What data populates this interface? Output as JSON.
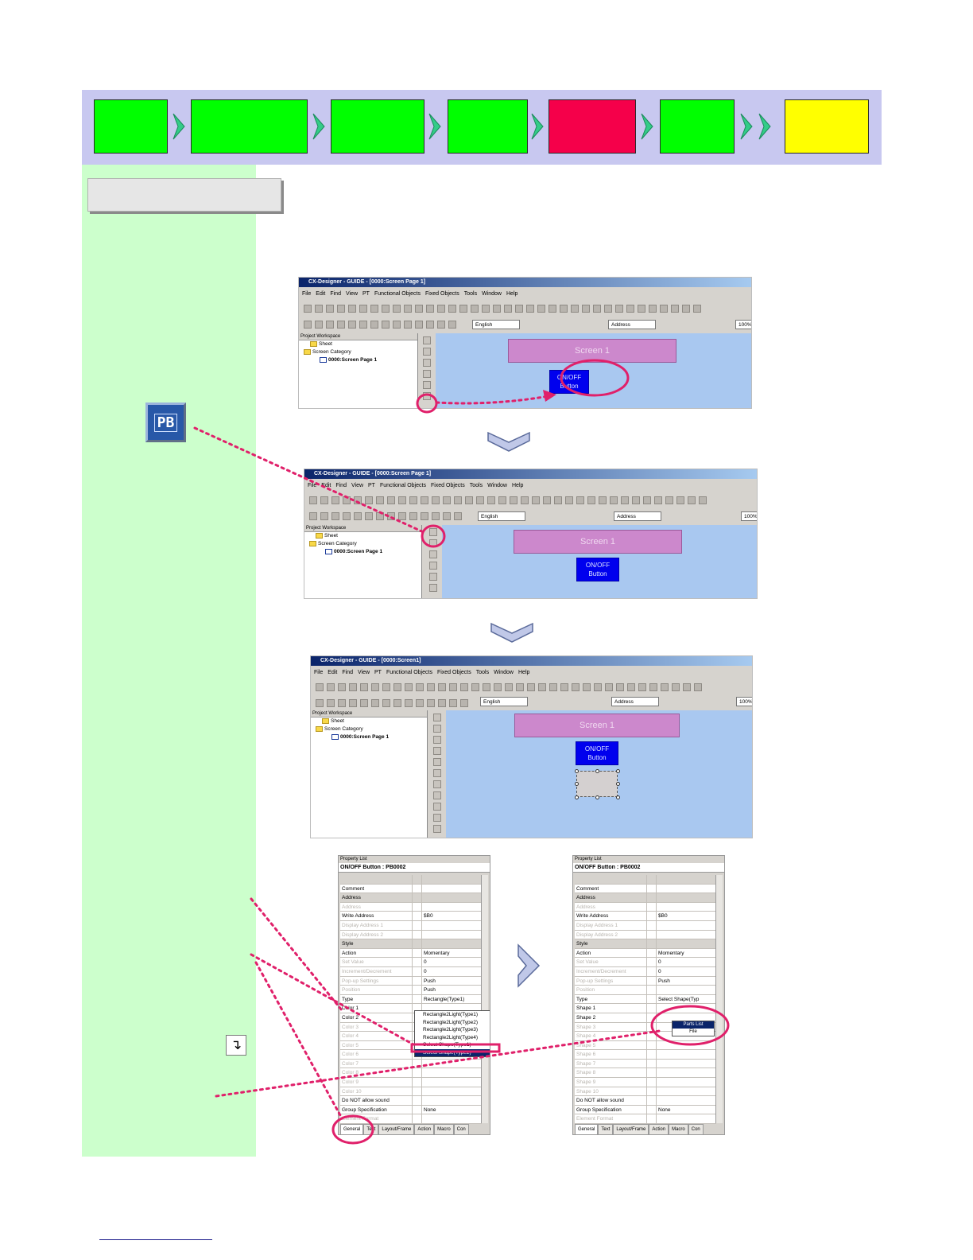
{
  "steps": [
    {
      "label": "",
      "color": "#00ff00"
    },
    {
      "label": "",
      "color": "#00ff00"
    },
    {
      "label": "",
      "color": "#00ff00"
    },
    {
      "label": "",
      "color": "#00ff00"
    },
    {
      "label": "",
      "color": "#f5004a"
    },
    {
      "label": "",
      "color": "#00ff00"
    },
    {
      "label": "",
      "color": "#ffff00"
    }
  ],
  "side": {
    "pb_icon": "PB",
    "down_icon": "down-arrow-icon"
  },
  "window": {
    "title_page": "CX-Designer - GUIDE - [0000:Screen Page 1]",
    "title_screen": "CX-Designer - GUIDE - [0000:Screen1]",
    "menu": [
      "File",
      "Edit",
      "Find",
      "View",
      "PT",
      "Functional Objects",
      "Fixed Objects",
      "Tools",
      "Window",
      "Help"
    ],
    "language": "English",
    "address": "Address",
    "zoom": "100%",
    "workspace_title": "Project Workspace",
    "tree": [
      "Sheet",
      "Screen Category",
      "0000:Screen Page 1"
    ],
    "screen_label": "Screen 1",
    "onoff_button": "ON/OFF\nButton"
  },
  "plist_left": {
    "title": "Property List",
    "header": "ON/OFF Button : PB0002",
    "rows": [
      {
        "k": "",
        "v": "",
        "type": "sec"
      },
      {
        "k": "Comment",
        "v": "",
        "type": ""
      },
      {
        "k": "Address",
        "v": "",
        "type": "sec"
      },
      {
        "k": "Address",
        "v": "",
        "type": "dis"
      },
      {
        "k": "Write Address",
        "v": "$B0",
        "type": ""
      },
      {
        "k": "Display Address 1",
        "v": "",
        "type": "dis"
      },
      {
        "k": "Display Address 2",
        "v": "",
        "type": "dis"
      },
      {
        "k": "Style",
        "v": "",
        "type": "sec"
      },
      {
        "k": "Action",
        "v": "Momentary",
        "type": ""
      },
      {
        "k": "Set Value",
        "v": "0",
        "type": "dis"
      },
      {
        "k": "Increment/Decrement",
        "v": "0",
        "type": "dis"
      },
      {
        "k": "Pop-up Settings",
        "v": "Push",
        "type": "dis"
      },
      {
        "k": "Position",
        "v": "Push",
        "type": "dis"
      },
      {
        "k": "Type",
        "v": "Rectangle(Type1)",
        "type": ""
      },
      {
        "k": "Color 1",
        "v": "",
        "type": ""
      },
      {
        "k": "Color 2",
        "v": "",
        "type": ""
      },
      {
        "k": "Color 3",
        "v": "",
        "type": "dis"
      },
      {
        "k": "Color 4",
        "v": "",
        "type": "dis"
      },
      {
        "k": "Color 5",
        "v": "",
        "type": "dis"
      },
      {
        "k": "Color 6",
        "v": "",
        "type": "dis"
      },
      {
        "k": "Color 7",
        "v": "",
        "type": "dis"
      },
      {
        "k": "Color 8",
        "v": "",
        "type": "dis"
      },
      {
        "k": "Color 9",
        "v": "",
        "type": "dis"
      },
      {
        "k": "Color 10",
        "v": "",
        "type": "dis"
      },
      {
        "k": "Do NOT allow sound",
        "v": "",
        "type": ""
      },
      {
        "k": "Group Specification",
        "v": "None",
        "type": ""
      },
      {
        "k": "Element Format",
        "v": "",
        "type": "dis"
      }
    ],
    "dropdown": [
      "Rectangle(Type1)",
      "Rectangle2Light(Type1)",
      "Rectangle2Light(Type2)",
      "Rectangle2Light(Type3)",
      "Rectangle2Light(Type4)",
      "Select Shape(Type1)",
      "Select Shape(Type2)"
    ],
    "tabs": [
      "General",
      "Text",
      "Layout/Frame",
      "Action",
      "Macro",
      "Con"
    ]
  },
  "plist_right": {
    "title": "Property List",
    "header": "ON/OFF Button : PB0002",
    "rows": [
      {
        "k": "",
        "v": "",
        "type": "sec"
      },
      {
        "k": "Comment",
        "v": "",
        "type": ""
      },
      {
        "k": "Address",
        "v": "",
        "type": "sec"
      },
      {
        "k": "Address",
        "v": "",
        "type": "dis"
      },
      {
        "k": "Write Address",
        "v": "$B0",
        "type": ""
      },
      {
        "k": "Display Address 1",
        "v": "",
        "type": "dis"
      },
      {
        "k": "Display Address 2",
        "v": "",
        "type": "dis"
      },
      {
        "k": "Style",
        "v": "",
        "type": "sec"
      },
      {
        "k": "Action",
        "v": "Momentary",
        "type": ""
      },
      {
        "k": "Set Value",
        "v": "0",
        "type": "dis"
      },
      {
        "k": "Increment/Decrement",
        "v": "0",
        "type": "dis"
      },
      {
        "k": "Pop-up Settings",
        "v": "Push",
        "type": "dis"
      },
      {
        "k": "Position",
        "v": "",
        "type": "dis"
      },
      {
        "k": "Type",
        "v": "Select Shape(Typ",
        "type": ""
      },
      {
        "k": "Shape 1",
        "v": "",
        "type": ""
      },
      {
        "k": "Shape 2",
        "v": "",
        "type": ""
      },
      {
        "k": "Shape 3",
        "v": "",
        "type": "dis"
      },
      {
        "k": "Shape 4",
        "v": "",
        "type": "dis"
      },
      {
        "k": "Shape 5",
        "v": "",
        "type": "dis"
      },
      {
        "k": "Shape 6",
        "v": "",
        "type": "dis"
      },
      {
        "k": "Shape 7",
        "v": "",
        "type": "dis"
      },
      {
        "k": "Shape 8",
        "v": "",
        "type": "dis"
      },
      {
        "k": "Shape 9",
        "v": "",
        "type": "dis"
      },
      {
        "k": "Shape 10",
        "v": "",
        "type": "dis"
      },
      {
        "k": "Do NOT allow sound",
        "v": "",
        "type": ""
      },
      {
        "k": "Group Specification",
        "v": "None",
        "type": ""
      },
      {
        "k": "Element Format",
        "v": "",
        "type": "dis"
      }
    ],
    "menu": [
      "Parts List",
      "File"
    ],
    "tabs": [
      "General",
      "Text",
      "Layout/Frame",
      "Action",
      "Macro",
      "Con"
    ]
  },
  "colors": {
    "highlight": "#e0206a",
    "screen_bg": "#a9c8f0",
    "button_blue": "#0000ee"
  }
}
